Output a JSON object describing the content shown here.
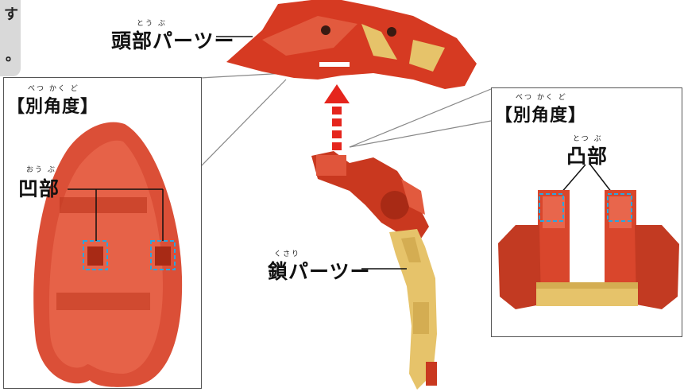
{
  "corner_note": {
    "line1": "す",
    "line2": "。"
  },
  "head": {
    "ruby": "とう ぶ",
    "label": "頭部パーツー"
  },
  "chain": {
    "ruby": "くさり",
    "label": "鎖パーツー"
  },
  "left_panel": {
    "title_ruby": "べつ かく ど",
    "title": "【別角度】",
    "part_ruby": "おう ぶ",
    "part_label": "凹部"
  },
  "right_panel": {
    "title_ruby": "べつ かく ど",
    "title": "【別角度】",
    "part_ruby": "とつ ぶ",
    "part_label": "凸部"
  },
  "colors": {
    "red_part": "#d63a22",
    "red_dark": "#b02a16",
    "gold_part": "#e6c36a",
    "arrow": "#e5251d",
    "highlight": "#2aa6e0"
  }
}
